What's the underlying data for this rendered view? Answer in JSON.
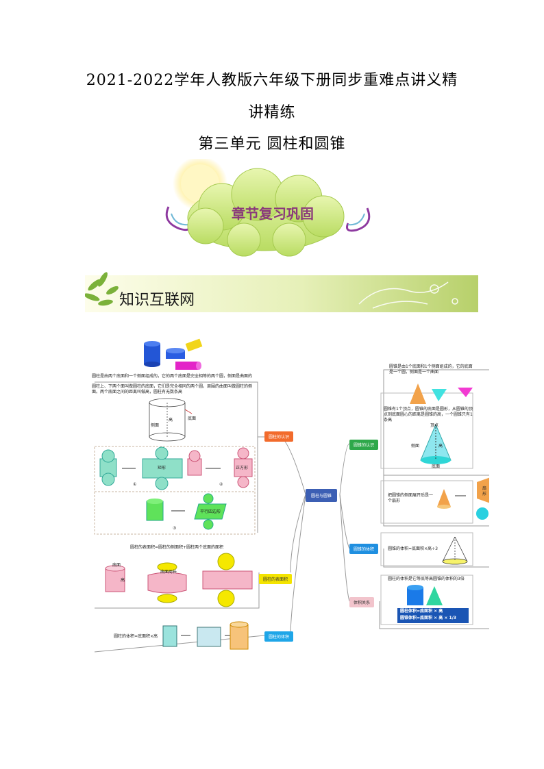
{
  "header": {
    "title_line1": "2021-2022学年人教版六年级下册同步重难点讲义精",
    "title_line2": "讲精练",
    "unit_title": "第三单元 圆柱和圆锥"
  },
  "banner_chapter": "章节复习巩固",
  "banner_network": "知识互联网",
  "mindmap": {
    "center": "圆柱与圆锥",
    "left_branches": {
      "cyl_recognize": "圆柱的认识",
      "cyl_surface": "圆柱的表面积",
      "cyl_volume": "圆柱的体积"
    },
    "right_branches": {
      "cone_recognize": "圆锥的认识",
      "cone_volume": "圆锥的体积",
      "relation": "体积关系"
    },
    "cyl_text1": "圆柱是由两个底面和一个侧面组成的，它的两个底面是完全相等的两个圆，侧面是曲面的",
    "cyl_text2": "圆柱上、下两个面叫做圆柱的底面，它们是完全相同的两个圆，周围的曲面叫做圆柱的侧面。两个底面之间的距离叫做高，圆柱有无数条高",
    "cyl_labels": {
      "height": "高",
      "base": "底面",
      "side": "侧面"
    },
    "unfold": {
      "rect": "矩形",
      "square": "正方形",
      "parallelogram": "平行四边形",
      "n1": "①",
      "n2": "②",
      "n3": "③"
    },
    "surface_formula": "圆柱的表面积=圆柱的侧面积+圆柱两个底面的面积",
    "surface_labels": {
      "base": "底面",
      "base_circ": "底面周长",
      "height": "高"
    },
    "volume_formula": "圆柱的体积=底面积×高",
    "cone_text1": "圆锥是由1个底面和1个侧面组成的，它的底面是一个圆，侧面是一个曲面",
    "cone_text2": "圆锥有1个顶点，圆锥的底面是圆形，从圆锥的顶点到底面圆心的距离是圆锥的高，一个圆锥只有1条高",
    "cone_labels": {
      "apex": "顶点",
      "side": "侧面",
      "height": "高",
      "center": "底面"
    },
    "cone_unfold_text": "把圆锥的侧面展开后是一个扇形",
    "sector_label": "扇形",
    "cone_volume_formula": "圆锥的体积=底面积×高÷3",
    "relation_text": "圆柱的体积是它等底等高圆锥的体积的3倍",
    "relation_table": [
      "圆柱体积=底面积 × 高",
      "圆锥体积=底面积 × 高 × 1/3"
    ]
  },
  "colors": {
    "cyl_node": "#f26b2c",
    "surface_node": "#f4e400",
    "volume_node": "#1fa6e8",
    "center_node": "#3c5fb4",
    "cone_node": "#2ea84a",
    "cone_vol_node": "#1f8fe0",
    "relation_node": "#f2c4cc"
  }
}
